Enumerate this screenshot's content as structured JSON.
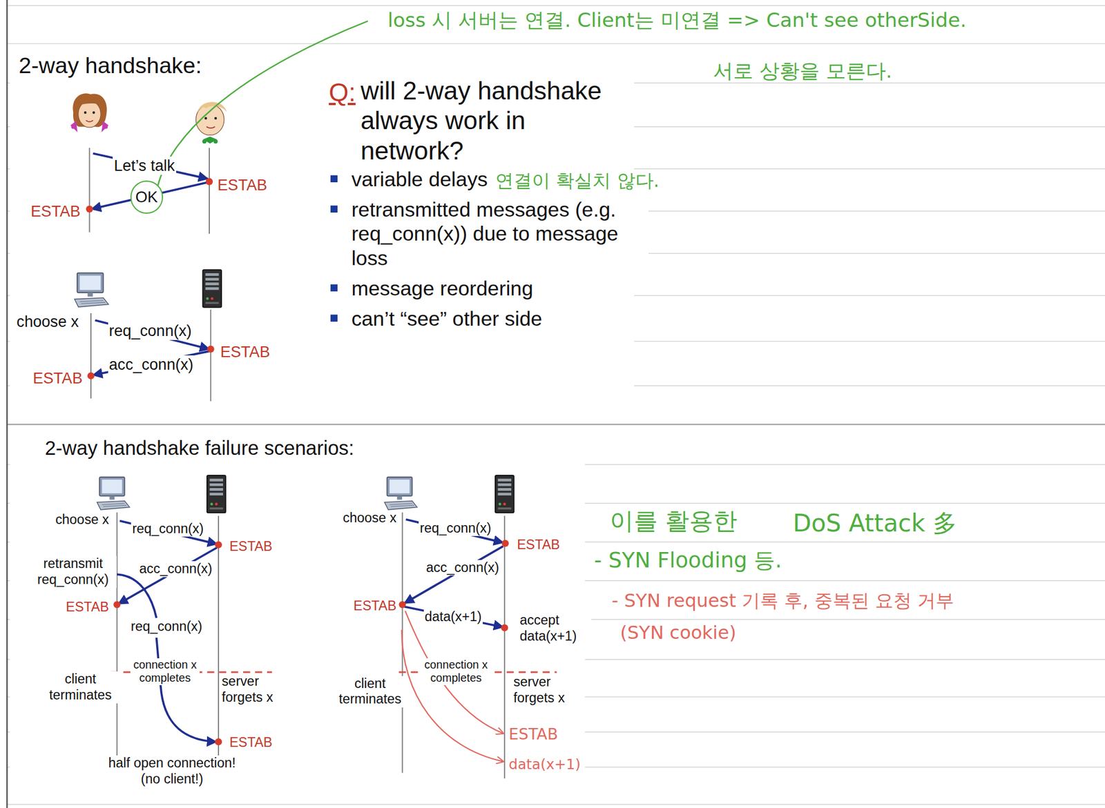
{
  "diagram": {
    "title": "2-way handshake:",
    "nodes": [
      {
        "text": [
          "OK"
        ]
      }
    ],
    "labels": [
      "loss 시 서버는 연결. Client는 미연결 => Can't see otherSide.",
      "서로 상황을 모른다.",
      "Let’s talk",
      "ESTAB",
      "ESTAB",
      "choose x",
      "req_conn(x)",
      "ESTAB",
      "acc_conn(x)",
      "ESTAB",
      "Q:",
      "will 2-way handshake always work in network?",
      "variable delays",
      "연결이 확실치 않다.",
      "retransmitted messages (e.g. req_conn(x)) due to message loss",
      "message reordering",
      "can’t “see” other side",
      "2-way handshake failure scenarios:",
      "choose x",
      "req_conn(x)",
      "ESTAB",
      "retransmit req_conn(x)",
      "acc_conn(x)",
      "ESTAB",
      "req_conn(x)",
      "connection x completes",
      "client terminates",
      "server forgets x",
      "ESTAB",
      "half open connection! (no client!)",
      "choose x",
      "req_conn(x)",
      "ESTAB",
      "acc_conn(x)",
      "ESTAB",
      "data(x+1)",
      "accept data(x+1)",
      "connection x completes",
      "client terminates",
      "server forgets x",
      "ESTAB",
      "data(x+1)",
      "이를 활용한",
      "DoS Attack 多",
      "- SYN Flooding 등.",
      "- SYN request 기록 후, 중복된 요청 거부",
      "(SYN cookie)"
    ]
  }
}
